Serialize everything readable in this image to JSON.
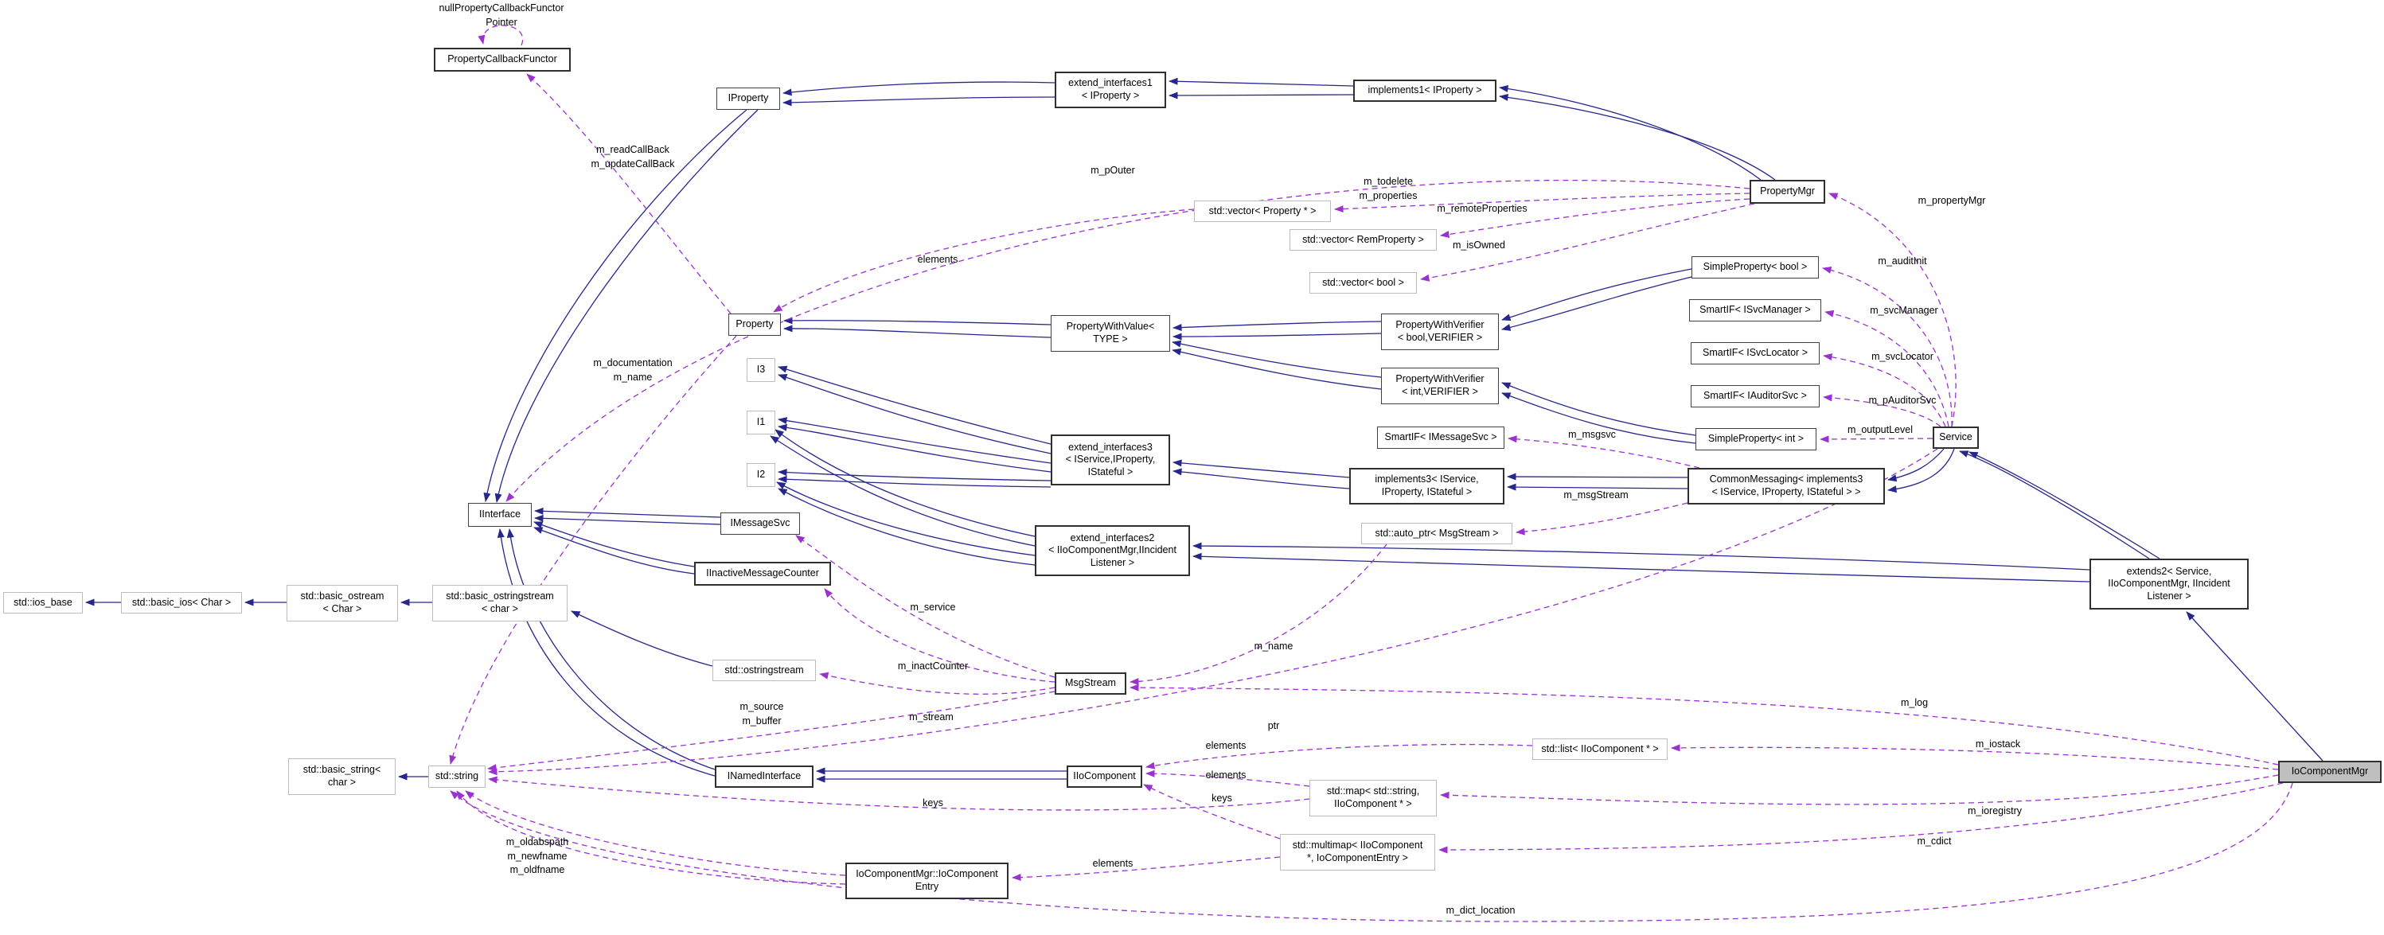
{
  "diagram": {
    "type": "doxygen-collaboration-graph",
    "colors": {
      "inheritance_edge": "#27278b",
      "usage_edge": "#9a32cd",
      "node_border": "#404040",
      "external_node_border": "#bdbdbd",
      "target_node_fill": "#bfbfbf",
      "background": "#ffffff"
    },
    "nodes": [
      {
        "id": "property-callback-functor",
        "label": "PropertyCallbackFunctor"
      },
      {
        "id": "iproperty",
        "label": "IProperty"
      },
      {
        "id": "extend-interfaces1",
        "label": "extend_interfaces1\n< IProperty >"
      },
      {
        "id": "implements1",
        "label": "implements1< IProperty >"
      },
      {
        "id": "property-mgr",
        "label": "PropertyMgr"
      },
      {
        "id": "vector-property",
        "label": "std::vector< Property * >"
      },
      {
        "id": "vector-remproperty",
        "label": "std::vector< RemProperty >"
      },
      {
        "id": "vector-bool",
        "label": "std::vector< bool >"
      },
      {
        "id": "simpleproperty-bool",
        "label": "SimpleProperty< bool >"
      },
      {
        "id": "smartif-isvcmanager",
        "label": "SmartIF< ISvcManager >"
      },
      {
        "id": "smartif-isvclocator",
        "label": "SmartIF< ISvcLocator >"
      },
      {
        "id": "smartif-iauditorsvc",
        "label": "SmartIF< IAuditorSvc >"
      },
      {
        "id": "simpleproperty-int",
        "label": "SimpleProperty< int >"
      },
      {
        "id": "service",
        "label": "Service"
      },
      {
        "id": "property",
        "label": "Property"
      },
      {
        "id": "propertywithvalue",
        "label": "PropertyWithValue<\nTYPE >"
      },
      {
        "id": "i3",
        "label": "I3"
      },
      {
        "id": "i1",
        "label": "I1"
      },
      {
        "id": "i2",
        "label": "I2"
      },
      {
        "id": "extend-interfaces3",
        "label": "extend_interfaces3\n< IService,IProperty,\nIStateful >"
      },
      {
        "id": "propertywithverifier-bool",
        "label": "PropertyWithVerifier\n< bool,VERIFIER >"
      },
      {
        "id": "propertywithverifier-int",
        "label": "PropertyWithVerifier\n< int,VERIFIER >"
      },
      {
        "id": "smartif-imessagesvc",
        "label": "SmartIF< IMessageSvc >"
      },
      {
        "id": "implements3",
        "label": "implements3< IService,\nIProperty, IStateful >"
      },
      {
        "id": "commonmessaging",
        "label": "CommonMessaging< implements3\n< IService, IProperty, IStateful > >"
      },
      {
        "id": "iinterface",
        "label": "IInterface"
      },
      {
        "id": "imessagesvc",
        "label": "IMessageSvc"
      },
      {
        "id": "iinactivemessagecounter",
        "label": "IInactiveMessageCounter"
      },
      {
        "id": "extend-interfaces2",
        "label": "extend_interfaces2\n< IIoComponentMgr,IIncident\nListener >"
      },
      {
        "id": "auto-ptr-msgstream",
        "label": "std::auto_ptr< MsgStream >"
      },
      {
        "id": "ios-base",
        "label": "std::ios_base"
      },
      {
        "id": "basic-ios",
        "label": "std::basic_ios< Char >"
      },
      {
        "id": "basic-ostream",
        "label": "std::basic_ostream\n< Char >"
      },
      {
        "id": "basic-ostringstream",
        "label": "std::basic_ostringstream\n< char >"
      },
      {
        "id": "ostringstream",
        "label": "std::ostringstream"
      },
      {
        "id": "msgstream",
        "label": "MsgStream"
      },
      {
        "id": "extends2",
        "label": "extends2< Service,\nIIoComponentMgr, IIncident\nListener >"
      },
      {
        "id": "basic-string",
        "label": "std::basic_string<\nchar >"
      },
      {
        "id": "std-string",
        "label": "std::string"
      },
      {
        "id": "inamedinterface",
        "label": "INamedInterface"
      },
      {
        "id": "iiocomponent",
        "label": "IIoComponent"
      },
      {
        "id": "list-iiocomponent",
        "label": "std::list< IIoComponent * >"
      },
      {
        "id": "map-string-iiocomponent",
        "label": "std::map< std::string,\nIIoComponent * >"
      },
      {
        "id": "multimap-iiocomponent",
        "label": "std::multimap< IIoComponent\n*, IoComponentEntry >"
      },
      {
        "id": "iocomponententry",
        "label": "IoComponentMgr::IoComponent\nEntry"
      },
      {
        "id": "iocomponentmgr",
        "label": "IoComponentMgr"
      }
    ],
    "edge_labels": [
      {
        "text": "nullPropertyCallbackFunctor\nPointer"
      },
      {
        "text": "m_readCallBack\nm_updateCallBack"
      },
      {
        "text": "m_pOuter"
      },
      {
        "text": "elements"
      },
      {
        "text": "m_todelete\nm_properties"
      },
      {
        "text": "m_remoteProperties"
      },
      {
        "text": "m_isOwned"
      },
      {
        "text": "m_propertyMgr"
      },
      {
        "text": "m_auditInit"
      },
      {
        "text": "m_svcManager"
      },
      {
        "text": "m_svcLocator"
      },
      {
        "text": "m_pAuditorSvc"
      },
      {
        "text": "m_outputLevel"
      },
      {
        "text": "m_documentation\nm_name"
      },
      {
        "text": "m_msgsvc"
      },
      {
        "text": "m_msgStream"
      },
      {
        "text": "m_service"
      },
      {
        "text": "m_inactCounter"
      },
      {
        "text": "m_stream"
      },
      {
        "text": "m_name"
      },
      {
        "text": "ptr"
      },
      {
        "text": "m_source\nm_buffer"
      },
      {
        "text": "m_log"
      },
      {
        "text": "m_iostack"
      },
      {
        "text": "elements"
      },
      {
        "text": "elements"
      },
      {
        "text": "keys"
      },
      {
        "text": "keys"
      },
      {
        "text": "m_ioregistry"
      },
      {
        "text": "m_cdict"
      },
      {
        "text": "elements"
      },
      {
        "text": "m_oldabspath\nm_newfname\nm_oldfname"
      },
      {
        "text": "m_dict_location"
      }
    ]
  }
}
